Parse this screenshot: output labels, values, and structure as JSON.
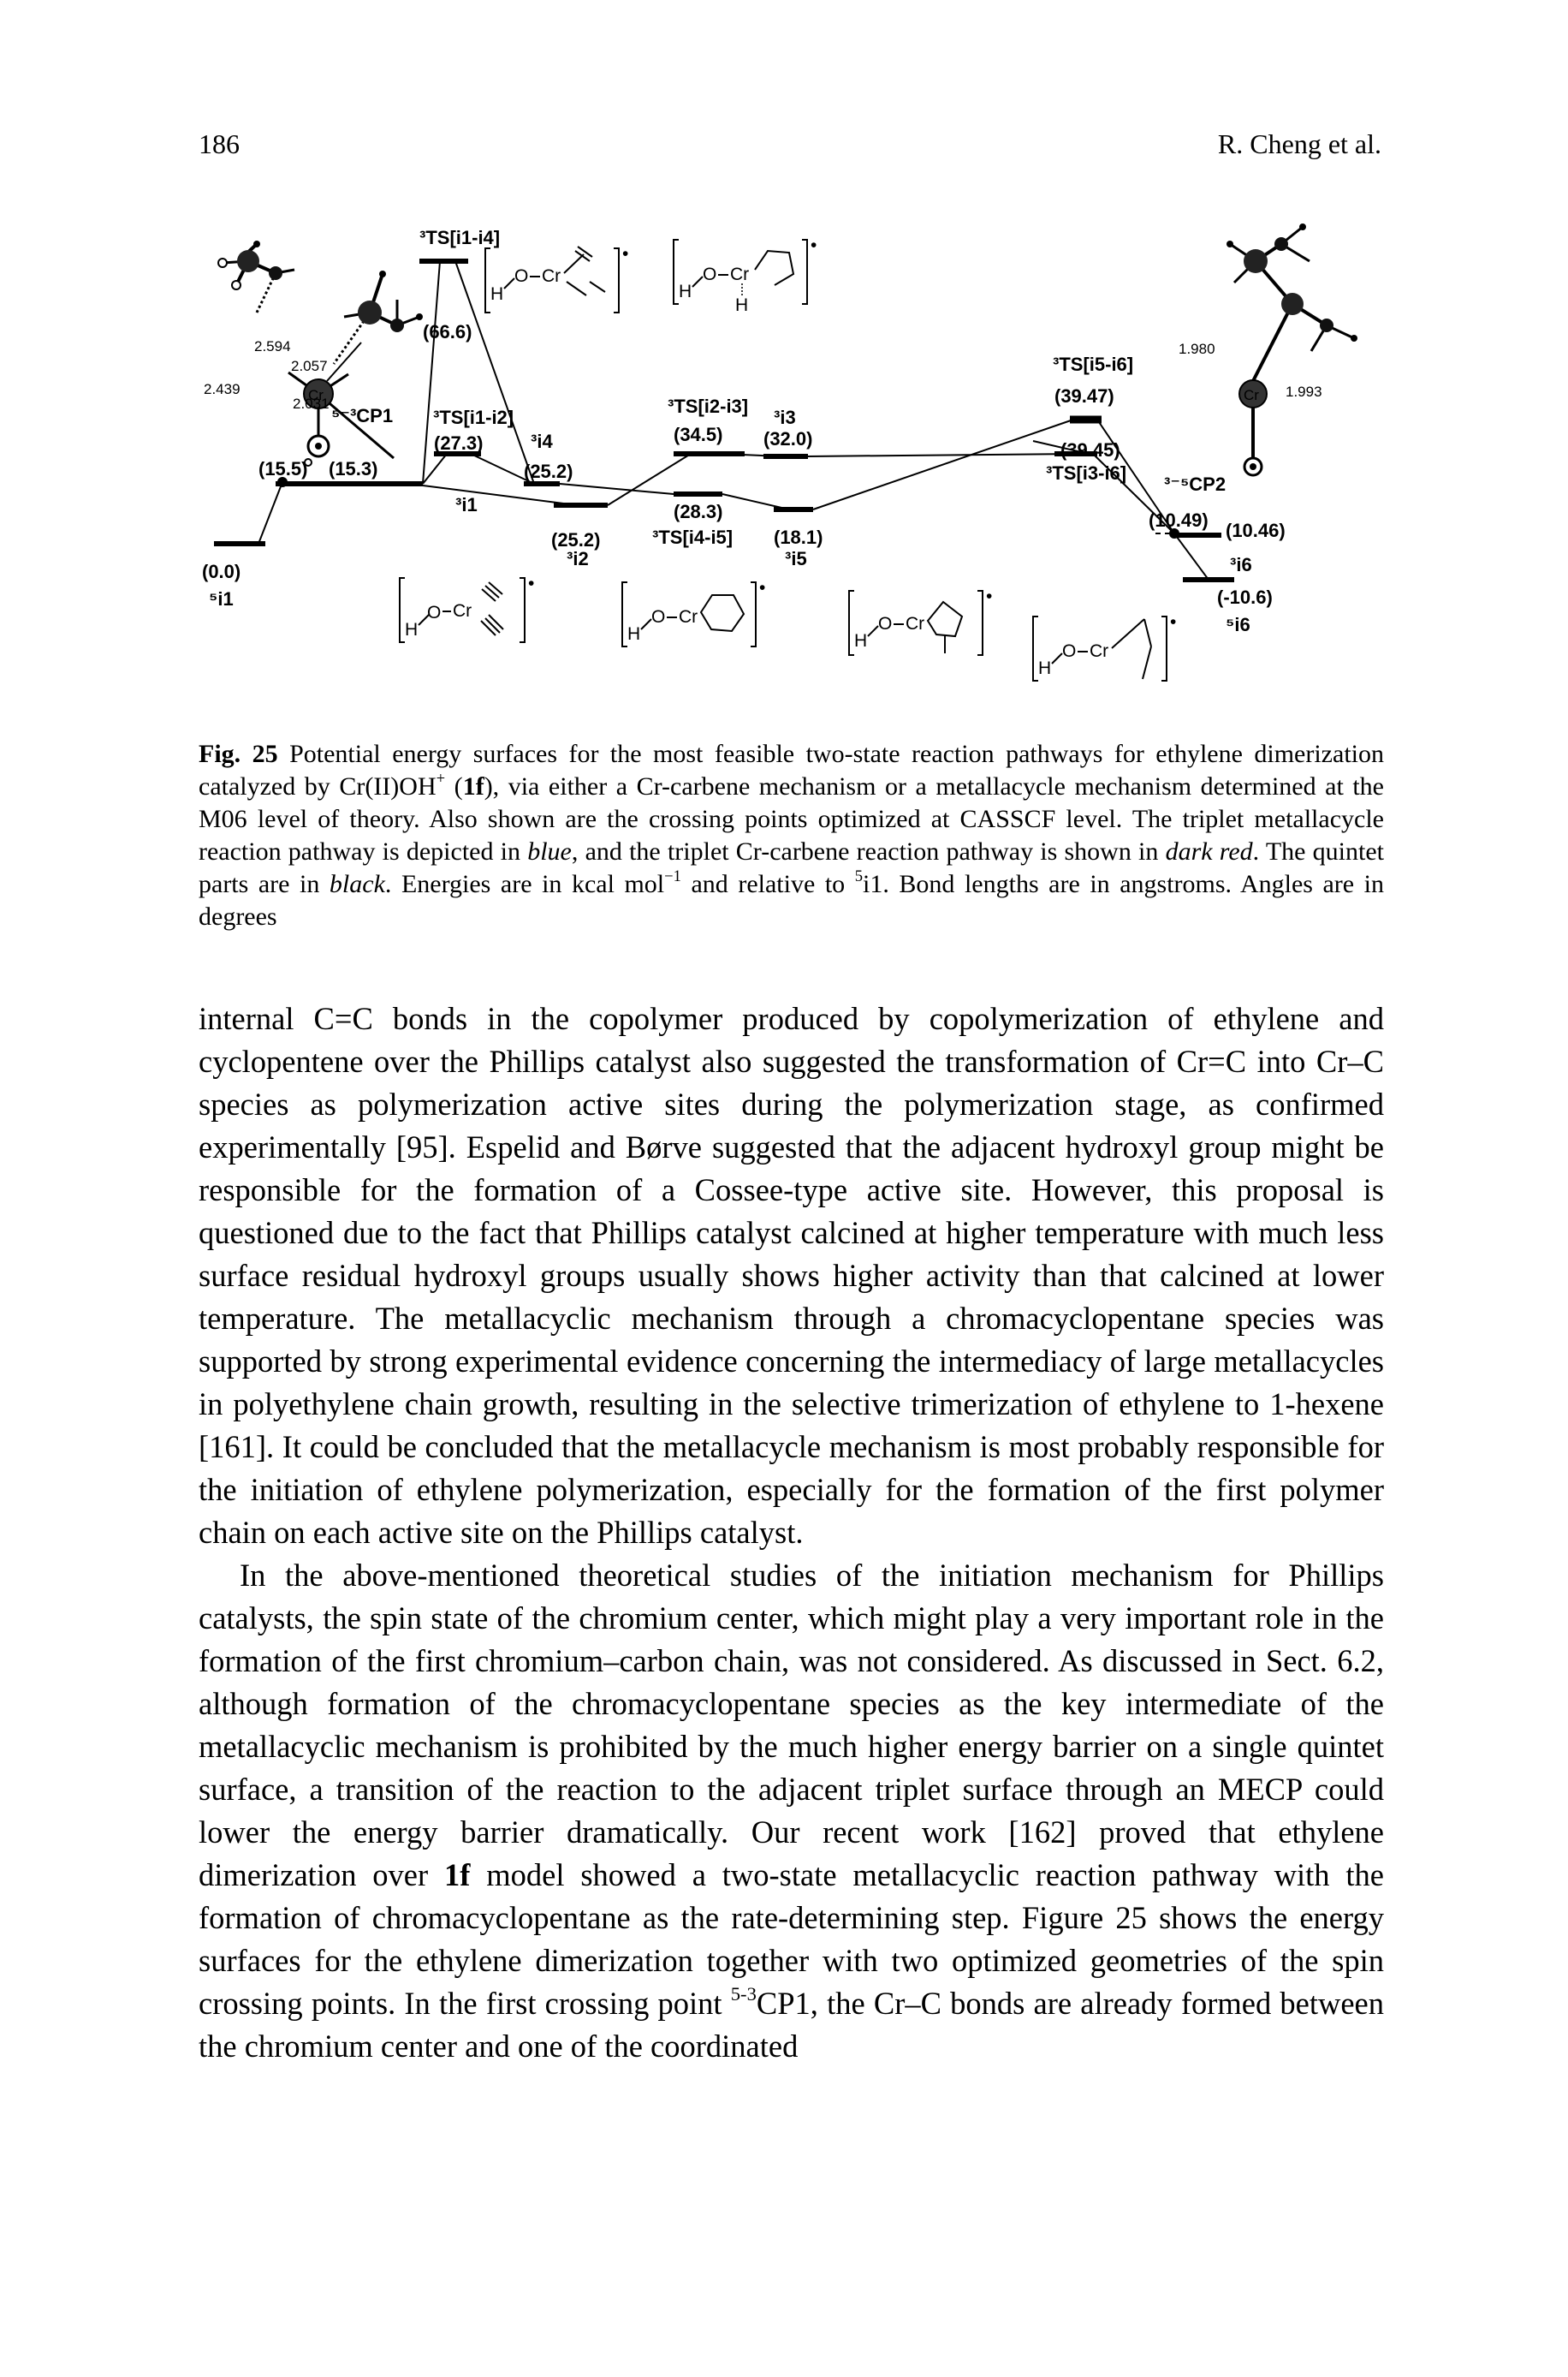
{
  "header": {
    "page_number": "186",
    "authors": "R. Cheng et al."
  },
  "figure": {
    "energies": {
      "i1_5": "(0.0)",
      "cp1_a": "(15.5)",
      "cp1_b": "(15.3)",
      "ts_i1i4": "(66.6)",
      "ts_i1i2": "(27.3)",
      "i4_3": "(25.2)",
      "i2_3": "(25.2)",
      "ts_i2i3": "(34.5)",
      "ts_i4i5": "(28.3)",
      "i3_3": "(32.0)",
      "i5_3": "(18.1)",
      "ts_i5i6": "(39.47)",
      "ts_i3i6": "(39.45)",
      "cp2_a": "(10.49)",
      "cp2_b": "(10.46)",
      "i6_5": "(-10.6)"
    },
    "states": {
      "i1_5": "⁵i1",
      "i1_3": "³i1",
      "cp1": "⁵⁻³CP1",
      "ts_i1i4": "³TS[i1-i4]",
      "ts_i1i2": "³TS[i1-i2]",
      "i4_3": "³i4",
      "i2_3": "³i2",
      "ts_i2i3": "³TS[i2-i3]",
      "ts_i4i5": "³TS[i4-i5]",
      "i3_3": "³i3",
      "i5_3": "³i5",
      "ts_i5i6": "³TS[i5-i6]",
      "ts_i3i6": "³TS[i3-i6]",
      "cp2": "³⁻⁵CP2",
      "i6_3": "³i6",
      "i6_5": "⁵i6"
    },
    "bond_lengths": {
      "b1": "2.594",
      "b2": "2.057",
      "b3": "2.439",
      "b4": "2.031",
      "b5": "1.980",
      "b6": "1.993"
    },
    "atoms": {
      "O": "O",
      "Cr": "Cr",
      "H": "H",
      "dot": "•"
    },
    "colors": {
      "quintet": "#000000",
      "triplet_metallacycle": "#000000",
      "triplet_carbene": "#000000"
    }
  },
  "caption": {
    "label": "Fig. 25",
    "t1": " Potential energy surfaces for the most feasible two-state reaction pathways for ethylene dimerization catalyzed by Cr(II)OH",
    "t1_sup": "+",
    "t2": " (",
    "t2_bold": "1f",
    "t3": "), via either a Cr-carbene mechanism or a metallacycle mechanism determined at the M06 level of theory. Also shown are the crossing points optimized at CASSCF level. The triplet metallacycle reaction pathway is depicted in ",
    "blue": "blue",
    "t4": ", and the triplet Cr-carbene reaction pathway is shown in ",
    "dark_red": "dark red",
    "t5": ". The quintet parts are in ",
    "black": "black",
    "t6": ". Energies are in kcal mol",
    "t6_sup": "−1",
    "t7": " and relative to ",
    "t7_sup": "5",
    "t8": "i1. Bond lengths are in angstroms. Angles are in degrees"
  },
  "body": {
    "p1": "internal C=C bonds in the copolymer produced by copolymerization of ethylene and cyclopentene over the Phillips catalyst also suggested the transformation of Cr=C into Cr–C species as polymerization active sites during the polymerization stage, as confirmed experimentally [95]. Espelid and Børve suggested that the adjacent hydroxyl group might be responsible for the formation of a Cossee-type active site. However, this proposal is questioned due to the fact that Phillips catalyst calcined at higher temperature with much less surface residual hydroxyl groups usually shows higher activity than that calcined at lower temperature. The metallacyclic mechanism through a chromacyclopentane species was supported by strong experimental evidence concerning the intermediacy of large metallacycles in polyethylene chain growth, resulting in the selective trimerization of ethylene to 1-hexene [161]. It could be concluded that the metallacycle mechanism is most probably responsible for the initiation of ethylene polymerization, especially for the formation of the first polymer chain on each active site on the Phillips catalyst.",
    "p2a": "In the above-mentioned theoretical studies of the initiation mechanism for Phillips catalysts, the spin state of the chromium center, which might play a very important role in the formation of the first chromium–carbon chain, was not considered. As discussed in Sect. 6.2, although formation of the chromacyclopentane species as the key intermediate of the metallacyclic mechanism is prohibited by the much higher energy barrier on a single quintet surface, a transition of the reaction to the adjacent triplet surface through an MECP could lower the energy barrier dramatically. Our recent work [162] proved that ethylene dimerization over ",
    "p2_bold": "1f",
    "p2b": " model showed a two-state metallacyclic reaction pathway with the formation of chromacyclopentane as the rate-determining step. Figure 25 shows the energy surfaces for the ethylene dimerization together with two optimized geometries of the spin crossing points. In the first crossing point ",
    "p2_sup": "5-3",
    "p2c": "CP1, the Cr–C bonds are already formed between the chromium center and one of the coordinated"
  }
}
